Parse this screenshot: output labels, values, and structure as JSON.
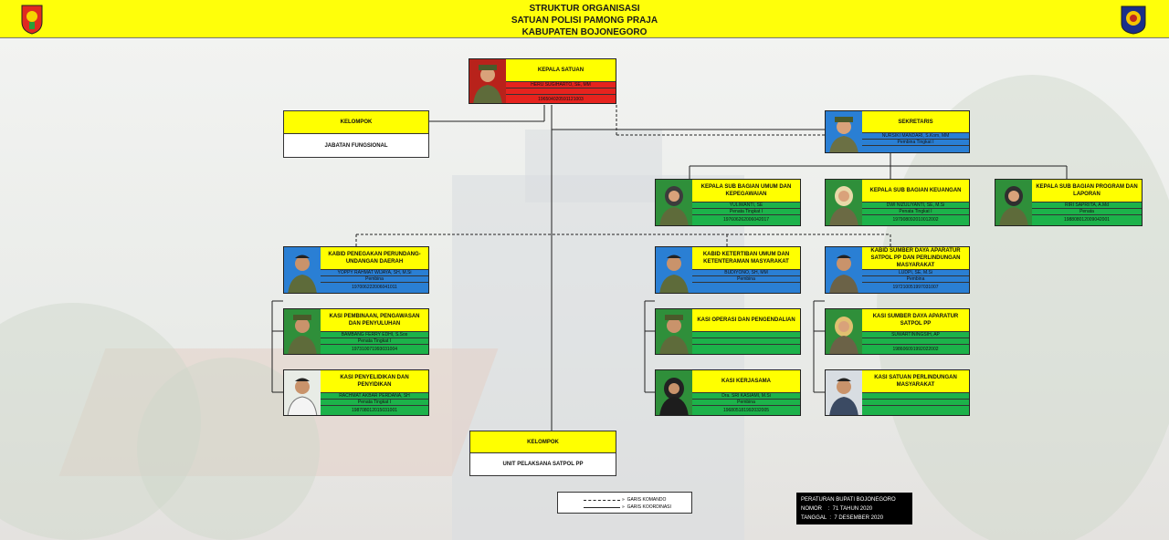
{
  "header": {
    "line1": "STRUKTUR ORGANISASI",
    "line2": "SATUAN POLISI PAMONG PRAJA",
    "line3": "KABUPATEN BOJONEGORO"
  },
  "kepala": {
    "title": "KEPALA SATUAN",
    "name": "HERU SUGIHARTO, SE, MM",
    "rank": "",
    "nip": "196504020591121003"
  },
  "kelompok_fungsional": {
    "title": "KELOMPOK",
    "body": "JABATAN FUNGSIONAL"
  },
  "sekretaris": {
    "title": "SEKRETARIS",
    "name": "NURSIKI MANDARI, S.Kom, MM",
    "rank": "Pembina Tingkat I",
    "nip": ""
  },
  "subbag": [
    {
      "title": "KEPALA SUB BAGIAN UMUM DAN KEPEGAWAIAN",
      "name": "YULIWANTI, SE",
      "rank": "Penata Tingkat I",
      "nip": "197606262006042017"
    },
    {
      "title": "KEPALA SUB BAGIAN KEUANGAN",
      "name": "DWI NIZULIYANTI, SE, M.Si",
      "rank": "Penata Tingkat I",
      "nip": "197908092010012002"
    },
    {
      "title": "KEPALA SUB BAGIAN PROGRAM DAN LAPORAN",
      "name": "RIRI SAPRIITA, A.Md",
      "rank": "Penata",
      "nip": "198808012009042001"
    }
  ],
  "kabid": [
    {
      "title": "KABID PENEGAKAN PERUNDANG-UNDANGAN DAERAH",
      "name": "YOPPY RAHMAT WIJAYA, SH, M.Si",
      "rank": "Pembina",
      "nip": "197006222006041011"
    },
    {
      "title": "KABID KETERTIBAN UMUM DAN KETENTERAMAN MASYARAKAT",
      "name": "BUDIYONO, SH, MM",
      "rank": "Pembina",
      "nip": ""
    },
    {
      "title": "KABID SUMBER DAYA APARATUR SATPOL PP DAN PERLINDUNGAN MASYARAKAT",
      "name": "LUDPI, SE, M.Si",
      "rank": "Pembina",
      "nip": "197210051997031007"
    }
  ],
  "kasi": [
    {
      "title": "KASI PEMBINAAN, PENGAWASAN DAN PENYULUHAN",
      "name": "BAMBANG FERRY EDHI, S.Sos",
      "rank": "Penata Tingkat I",
      "nip": "197310071993031004"
    },
    {
      "title": "KASI PENYELIDIKAN DAN PENYIDIKAN",
      "name": "RACHMAT AKBAR PERDANA, SH",
      "rank": "Penata Tingkat I",
      "nip": "198708012015031001"
    },
    {
      "title": "KASI  OPERASI DAN PENGENDALIAN",
      "name": "",
      "rank": "",
      "nip": ""
    },
    {
      "title": "KASI KERJASAMA",
      "name": "Dra. SRI KASIAMI, M.Si",
      "rank": "Pembina",
      "nip": "196805181992032005"
    },
    {
      "title": "KASI SUMBER DAYA APARATUR SATPOL PP",
      "name": "SUWARTININGSIH, AP",
      "rank": "",
      "nip": "198606091992022002"
    },
    {
      "title": "KASI SATUAN PERLINDUNGAN MASYARAKAT",
      "name": "",
      "rank": "",
      "nip": ""
    }
  ],
  "unit": {
    "title": "KELOMPOK",
    "body": "UNIT PELAKSANA SATPOL PP"
  },
  "legend": {
    "komando": "GARIS KOMANDO",
    "koordinasi": "GARIS KOORDINASI"
  },
  "perda": {
    "line1": "PERATURAN BUPATI BOJONEGORO",
    "line2": "NOMOR    :  71 TAHUN 2020",
    "line3": "TANGGAL  :  7 DESEMBER 2020"
  },
  "colors": {
    "header": "#ffff0a",
    "title_bg": "#ffff00",
    "green": "#1cb24a",
    "blue": "#2a7fd4",
    "red": "#e6231e"
  }
}
